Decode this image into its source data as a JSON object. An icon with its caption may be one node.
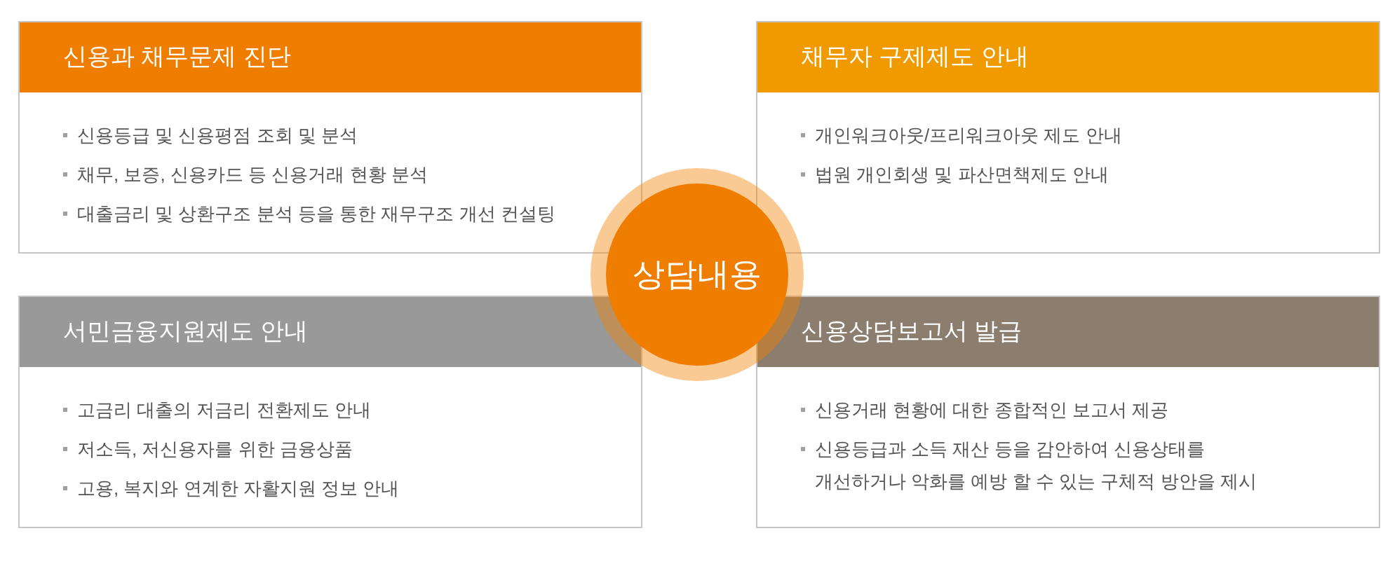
{
  "diagram": {
    "nodes": [
      {
        "text": [
          "신용과 채무문제 진단",
          "신용등급 및 신용평점 조회 및 분석",
          "채무, 보증, 신용카드 등 신용거래 현황 분석",
          "대출금리 및 상환구조 분석 등을 통한 재무구조 개선 컨설팅"
        ]
      },
      {
        "text": [
          "채무자 구제제도 안내",
          "개인워크아웃/프리워크아웃 제도 안내",
          "법원 개인회생 및 파산면책제도 안내"
        ]
      },
      {
        "text": [
          "상담내용"
        ]
      },
      {
        "text": [
          "서민금융지원제도 안내",
          "고금리 대출의 저금리 전환제도 안내",
          "저소득, 저신용자를 위한 금융상품",
          "고용, 복지와 연계한 자활지원 정보 안내"
        ]
      },
      {
        "text": [
          "신용상담보고서 발급",
          "신용거래 현황에 대한 종합적인 보고서 제공",
          "신용등급과 소득 재산 등을 감안하여 신용상태를 개선하거나 악화를 예방 할 수 있는 구체적 방안을 제시"
        ]
      }
    ]
  }
}
